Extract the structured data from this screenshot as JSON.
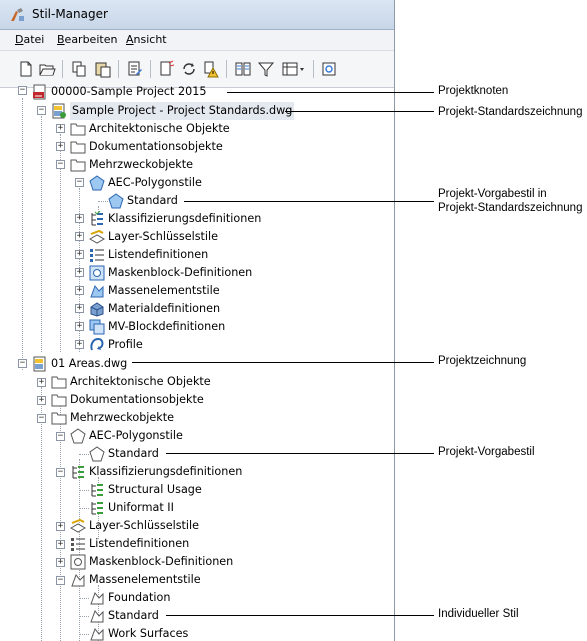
{
  "window": {
    "title": "Stil-Manager"
  },
  "menu": {
    "datei": {
      "ul": "D",
      "rest": "atei"
    },
    "bearbeiten": {
      "ul": "B",
      "rest": "earbeiten"
    },
    "ansicht": {
      "ul": "A",
      "rest": "nsicht"
    }
  },
  "toolbar": {
    "icons": [
      "new-drawing-icon",
      "open-drawing-icon",
      "copy-icon",
      "paste-icon",
      "edit-style-icon",
      "purge-icon",
      "synchronize-icon",
      "warning-icon",
      "compare-icon",
      "filter-icon",
      "view-toggle-icon",
      "settings-icon"
    ]
  },
  "tree": {
    "project": "00000-Sample Project 2015",
    "standards_dwg": "Sample Project - Project Standards.dwg",
    "std": {
      "arch": "Architektonische Objekte",
      "doku": "Dokumentationsobjekte",
      "mehr": "Mehrzweckobjekte",
      "aec": "AEC-Polygonstile",
      "standard": "Standard",
      "klass": "Klassifizierungsdefinitionen",
      "layer": "Layer-Schlüsselstile",
      "listen": "Listendefinitionen",
      "masken": "Maskenblock-Definitionen",
      "massen": "Massenelementstile",
      "material": "Materialdefinitionen",
      "mv": "MV-Blockdefinitionen",
      "profile": "Profile"
    },
    "areas_dwg": "01 Areas.dwg",
    "areas": {
      "arch": "Architektonische Objekte",
      "doku": "Dokumentationsobjekte",
      "mehr": "Mehrzweckobjekte",
      "aec": "AEC-Polygonstile",
      "standard": "Standard",
      "klass": "Klassifizierungsdefinitionen",
      "structural": "Structural Usage",
      "uniformat": "Uniformat II",
      "layer": "Layer-Schlüsselstile",
      "listen": "Listendefinitionen",
      "masken": "Maskenblock-Definitionen",
      "massen": "Massenelementstile",
      "foundation": "Foundation",
      "standard2": "Standard",
      "work": "Work Surfaces"
    }
  },
  "callouts": {
    "projektknoten": "Projektknoten",
    "projekt_standardzeichnung": "Projekt-Standardszeichnung",
    "vorgabestil_line1": "Projekt-Vorgabestil in",
    "vorgabestil_line2": "Projekt-Standardszeichnung",
    "projektzeichnung": "Projektzeichnung",
    "projekt_vorgabestil": "Projekt-Vorgabestil",
    "individueller_stil": "Individueller Stil"
  },
  "colors": {
    "titlebar": "#c7d6e8",
    "folder": "#f3d27a",
    "accent_blue": "#3a7bd5"
  }
}
